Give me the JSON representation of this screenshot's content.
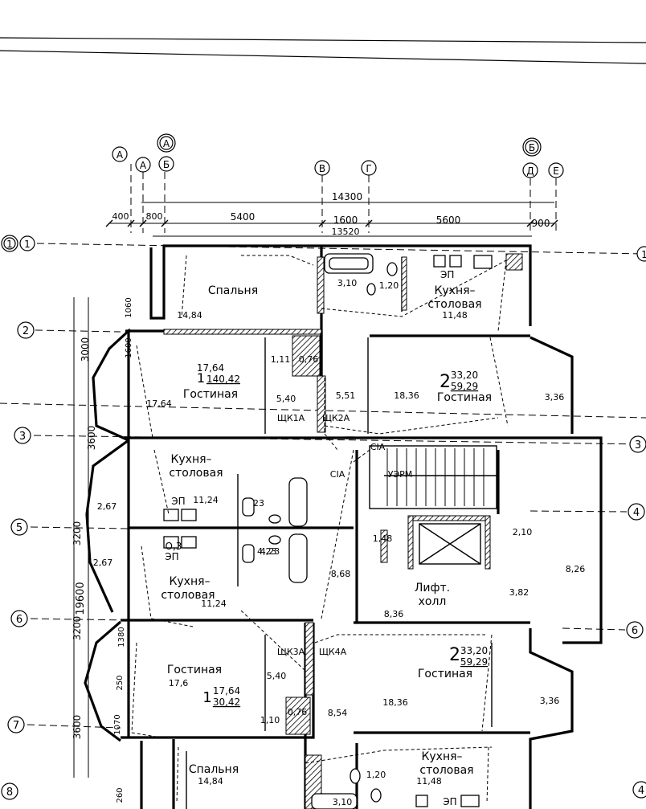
{
  "drawing": {
    "column_axes": {
      "top_left_small": "А",
      "a": "А",
      "b": "Б",
      "a_circled_double": "А",
      "v": "В",
      "g": "Г",
      "b_circled_double": "Б",
      "d": "Д",
      "e": "Е"
    },
    "row_axes": {
      "r1": "1",
      "r2": "2",
      "r3": "3",
      "r4": "4",
      "r5": "5",
      "r6": "6",
      "r7": "7",
      "r8": "8"
    },
    "dimensions_top": {
      "overall": "14300",
      "inner": "13520",
      "d400": "400",
      "d800": "800",
      "d5400": "5400",
      "d1600": "1600",
      "d5600": "5600",
      "d900": "900"
    },
    "dimensions_left": {
      "total": "19600",
      "d1060": "1060",
      "d3000": "3000",
      "d1600": "1600",
      "d3600_top": "3600",
      "d3200_a": "3200",
      "d3200_b": "3200",
      "d1380": "1380",
      "d3600_bottom": "3600",
      "d250": "250",
      "d1070": "1070",
      "d260": "260"
    },
    "rooms": {
      "bedroom_top": "Спальня",
      "bedroom_top_area": "14,84",
      "bathroom_top_area": "3,10",
      "wc_top_area": "1,20",
      "kitchen_top_right_1": "Кухня–",
      "kitchen_top_right_2": "столовая",
      "kitchen_top_right_area": "11,48",
      "stove_tag_1": "ЭП",
      "apt_left_top_fraction_top": "17,64",
      "apt_left_top_fraction_bottom": "140,42",
      "apt_left_top_number": "1",
      "living_left_top": "Гостиная",
      "living_left_top_area": "17,64",
      "closet_a": "1,11",
      "closet_b": "0,76",
      "hall_left_top": "5,40",
      "hall_right_top": "5,51",
      "apt_right_top_number": "2",
      "apt_right_top_fraction_top": "33,20",
      "apt_right_top_fraction_bottom": "59,29",
      "living_right_top": "Гостиная",
      "living_right_top_area": "18,36",
      "balcony_right_top": "3,36",
      "panel_1": "ЩК1А",
      "panel_2": "ЩК2А",
      "kitchen_left_mid_1": "Кухня–",
      "kitchen_left_mid_2": "столовая",
      "kitchen_left_mid_area": "11,24",
      "stove_tag_2": "ЭП",
      "loggia_a": "2,67",
      "bath_mid_area": "4,23",
      "bath_mid_area_b": "4,23",
      "wc_mid": "23",
      "sia_1": "СIA",
      "sia_2": "СIA",
      "uerm": "УЭРМ",
      "stair_area": "1,48",
      "corridor_area": "2,10",
      "corridor_area_2": "3,82",
      "corridor_area_3": "8,68",
      "loggia_b": "2,67",
      "stove_tag_3": "ЭП",
      "stove_code": "О,3",
      "kitchen_left_low_1": "Кухня–",
      "kitchen_left_low_2": "столовая",
      "kitchen_left_low_area": "11,24",
      "lift_hall_1": "Лифт.",
      "lift_hall_2": "холл",
      "lift_hall_area": "8,36",
      "balcony_right_mid": "8,26",
      "panel_3": "ЩК3А",
      "panel_4": "ЩК4А",
      "living_left_low": "Гостиная",
      "living_left_low_area": "17,6",
      "apt_left_low_number": "1",
      "apt_left_low_fraction_top": "17,64",
      "apt_left_low_fraction_bottom": "30,42",
      "hall_left_low": "5,40",
      "closet_c": "1,10",
      "closet_d": "0,76",
      "hall_right_low": "8,54",
      "apt_right_low_number": "2",
      "apt_right_low_fraction_top": "33,20",
      "apt_right_low_fraction_bottom": "59,29",
      "living_right_low": "Гостиная",
      "living_right_low_area": "18,36",
      "balcony_right_low": "3,36",
      "bedroom_low": "Спальня",
      "bedroom_low_area": "14,84",
      "wc_low_area": "1,20",
      "bath_low_area": "3,10",
      "kitchen_low_right_1": "Кухня–",
      "kitchen_low_right_2": "столовая",
      "kitchen_low_right_area": "11,48",
      "stove_tag_4": "ЭП"
    }
  }
}
